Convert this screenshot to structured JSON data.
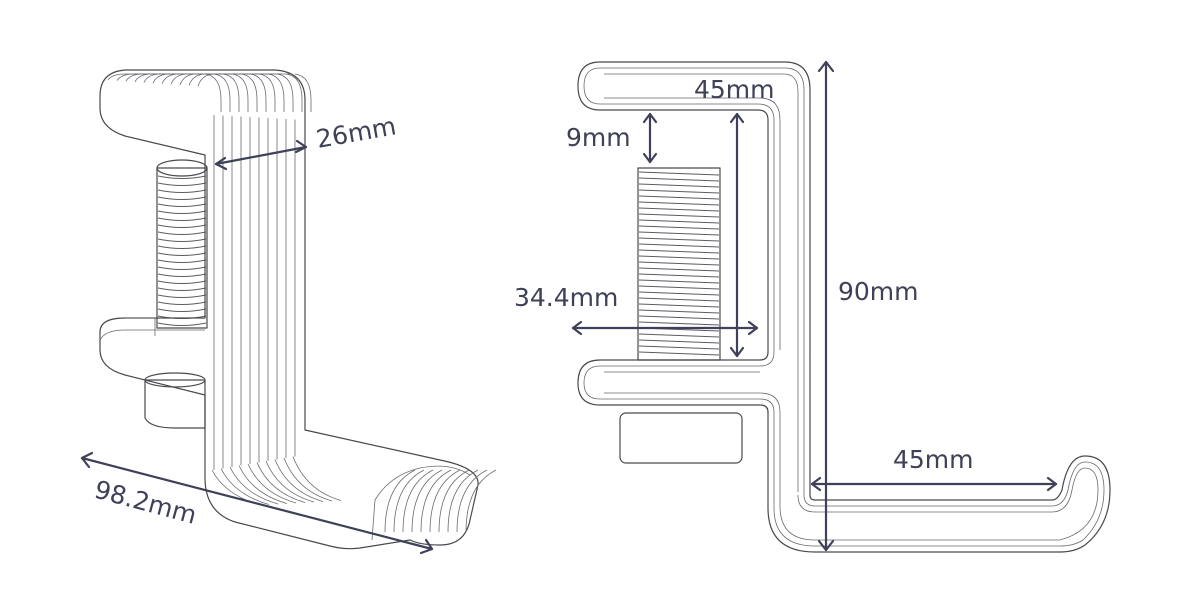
{
  "dimensions": {
    "left_width": "26mm",
    "left_length": "98.2mm",
    "top_arm": "45mm",
    "gap": "9mm",
    "opening": "34.4mm",
    "height": "90mm",
    "hook_arm": "45mm"
  },
  "colors": {
    "outline": "#4a4a4e",
    "dimension": "#3e4157",
    "background": "#ffffff"
  }
}
